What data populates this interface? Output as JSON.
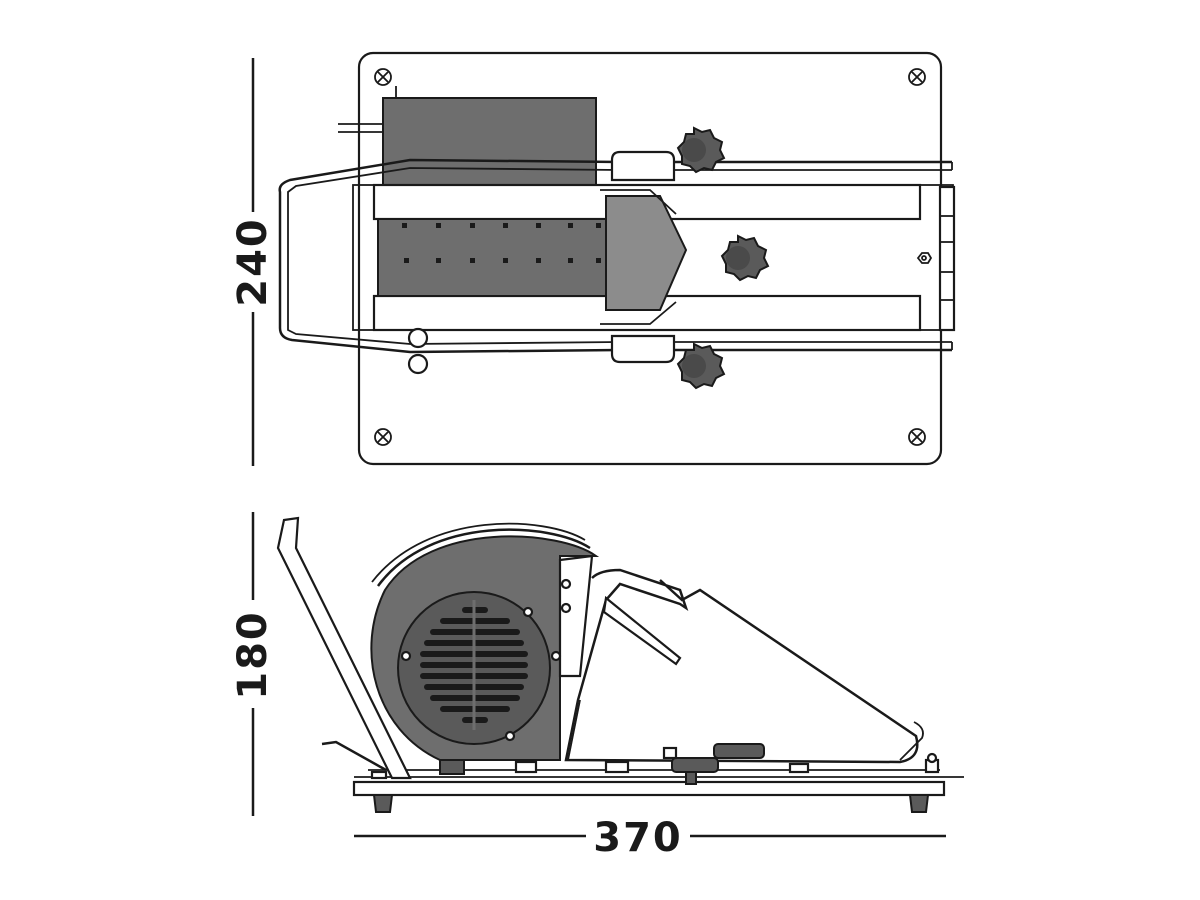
{
  "dimensions": {
    "depth": "240",
    "height": "180",
    "width": "370"
  },
  "colors": {
    "line": "#1a1a1a",
    "fill_dark": "#6e6e6e",
    "fill_mid": "#8c8c8c",
    "background": "#ffffff"
  }
}
